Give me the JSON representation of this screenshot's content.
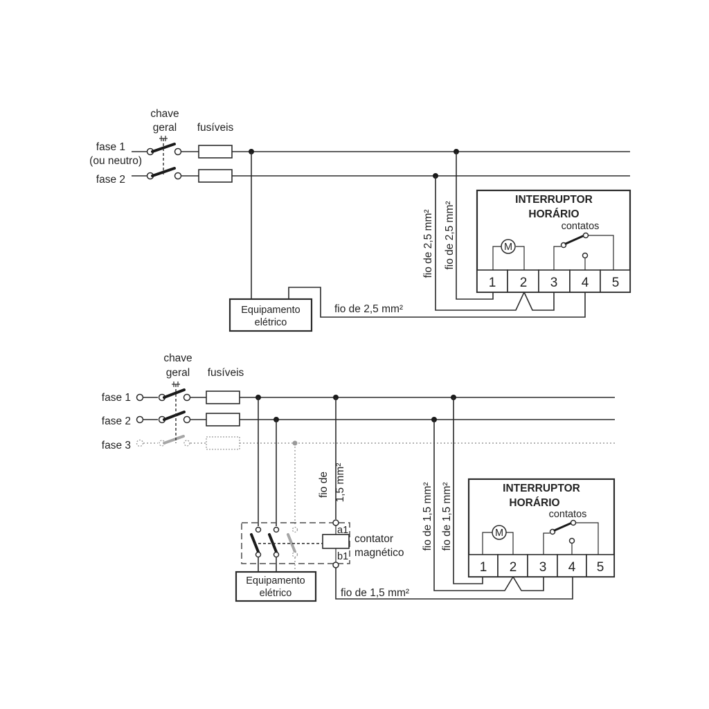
{
  "diagram1": {
    "chave_label_1": "chave",
    "chave_label_2": "geral",
    "fusiveis_label": "fusíveis",
    "fase1_label": "fase 1",
    "fase1_sublabel": "(ou neutro)",
    "fase2_label": "fase 2",
    "fio_vertical_1": "fio de 2,5 mm²",
    "fio_vertical_2": "fio de 2,5 mm²",
    "fio_horizontal": "fio de 2,5 mm²",
    "equip_line_1": "Equipamento",
    "equip_line_2": "elétrico",
    "timer": {
      "title_1": "INTERRUPTOR",
      "title_2": "HORÁRIO",
      "contatos_label": "contatos",
      "motor_symbol": "M",
      "terminals": [
        "1",
        "2",
        "3",
        "4",
        "5"
      ]
    }
  },
  "diagram2": {
    "chave_label_1": "chave",
    "chave_label_2": "geral",
    "fusiveis_label": "fusíveis",
    "fase1_label": "fase 1",
    "fase2_label": "fase 2",
    "fase3_label": "fase 3",
    "fio_contactor_1": "fio de",
    "fio_contactor_2": "1,5 mm²",
    "fio_vertical_1": "fio de 1,5 mm²",
    "fio_vertical_2": "fio de 1,5 mm²",
    "fio_horizontal": "fio de 1,5 mm²",
    "a1_label": "a1",
    "b1_label": "b1",
    "contator_line_1": "contator",
    "contator_line_2": "magnético",
    "equip_line_1": "Equipamento",
    "equip_line_2": "elétrico",
    "timer": {
      "title_1": "INTERRUPTOR",
      "title_2": "HORÁRIO",
      "contatos_label": "contatos",
      "motor_symbol": "M",
      "terminals": [
        "1",
        "2",
        "3",
        "4",
        "5"
      ]
    }
  }
}
